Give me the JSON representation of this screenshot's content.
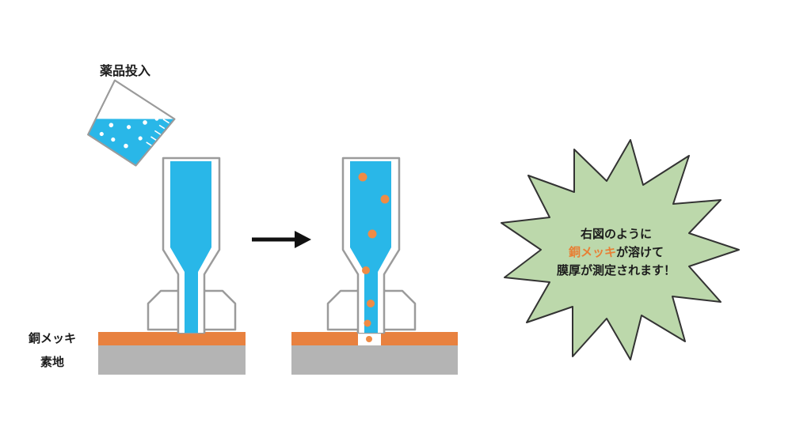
{
  "labels": {
    "chemical_input": "薬品投入",
    "copper_plating": "銅メッキ",
    "substrate": "素地"
  },
  "callout": {
    "line1": "右図のように",
    "line2_highlight": "銅メッキ",
    "line2_rest": "が溶けて",
    "line3": "膜厚が測定されます！"
  },
  "colors": {
    "liquid_blue": "#29b7e8",
    "copper_orange": "#e8813f",
    "particle_orange": "#ef8b45",
    "substrate_gray": "#b4b4b4",
    "glass_white": "#ffffff",
    "outline_gray": "#9b9b9b",
    "callout_green": "#bcd8ab",
    "callout_outline": "#333333",
    "arrow_black": "#111111",
    "highlight_text_orange": "#e87f35"
  },
  "icons": {
    "beaker": "tilted-beaker-pouring-liquid",
    "arrow": "right-arrow",
    "burst": "starburst-callout"
  }
}
